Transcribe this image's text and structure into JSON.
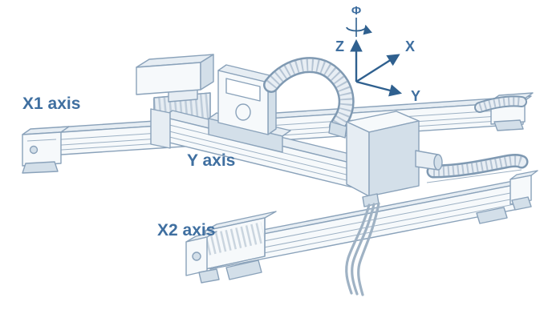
{
  "labels": {
    "x1_axis": "X1 axis",
    "y_axis": "Y axis",
    "x2_axis": "X2 axis"
  },
  "coordinate_frame": {
    "z": "Z",
    "x": "X",
    "y": "Y",
    "rotation": "Φ"
  },
  "colors": {
    "label_text": "#3f6fa0",
    "arrow": "#2f608f",
    "line_art_stroke": "#8aa2ba",
    "fill_light": "#f6f9fb",
    "fill_mid": "#e6edf3",
    "fill_dark": "#d3dfe9",
    "background": "#ffffff"
  }
}
